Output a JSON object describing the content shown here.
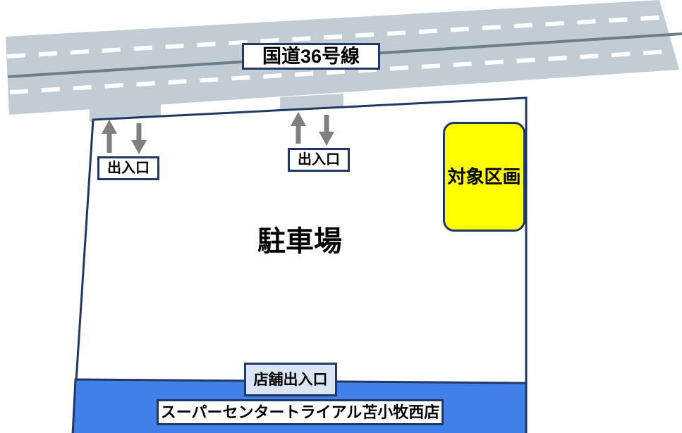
{
  "road": {
    "label": "国道36号線"
  },
  "entrances": {
    "left": "出入口",
    "center": "出入口"
  },
  "parking": {
    "label": "駐車場"
  },
  "target": {
    "label": "対象区画"
  },
  "store": {
    "entrance_label": "店舗出入口",
    "name": "スーパーセンタートライアル苫小牧西店"
  },
  "colors": {
    "road": "#c2ccd4",
    "center_line": "#6d7d89",
    "lane_marking": "#ffffff",
    "outline": "#1f3864",
    "arrow": "#7f7f7f",
    "building": "#4080e8",
    "target_fill": "#ffff00",
    "entrance_fill": "#d9e5f3"
  }
}
